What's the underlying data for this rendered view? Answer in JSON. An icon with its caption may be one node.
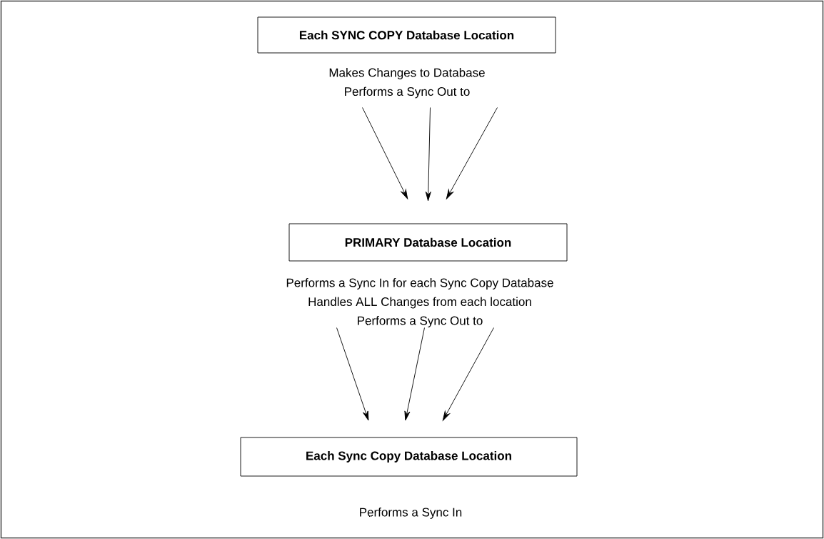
{
  "diagram": {
    "nodes": [
      {
        "text": [
          "Each SYNC COPY Database Location"
        ],
        "beside": [
          "Makes Changes to Database",
          "Performs a Sync Out to"
        ]
      },
      {
        "text": [
          "PRIMARY Database Location"
        ],
        "beside": [
          "Performs a Sync In for each Sync Copy Database",
          "Handles ALL Changes from each location",
          "Performs a Sync Out to"
        ]
      },
      {
        "text": [
          "Each Sync Copy Database Location"
        ],
        "beside": [
          "Performs a Sync In"
        ]
      }
    ],
    "edges": [
      {
        "from": 0,
        "to": 1,
        "arrow": "to"
      },
      {
        "from": 0,
        "to": 1,
        "arrow": "to"
      },
      {
        "from": 0,
        "to": 1,
        "arrow": "to"
      },
      {
        "from": 1,
        "to": 2,
        "arrow": "to"
      },
      {
        "from": 1,
        "to": 2,
        "arrow": "to"
      },
      {
        "from": 1,
        "to": 2,
        "arrow": "to"
      }
    ]
  }
}
